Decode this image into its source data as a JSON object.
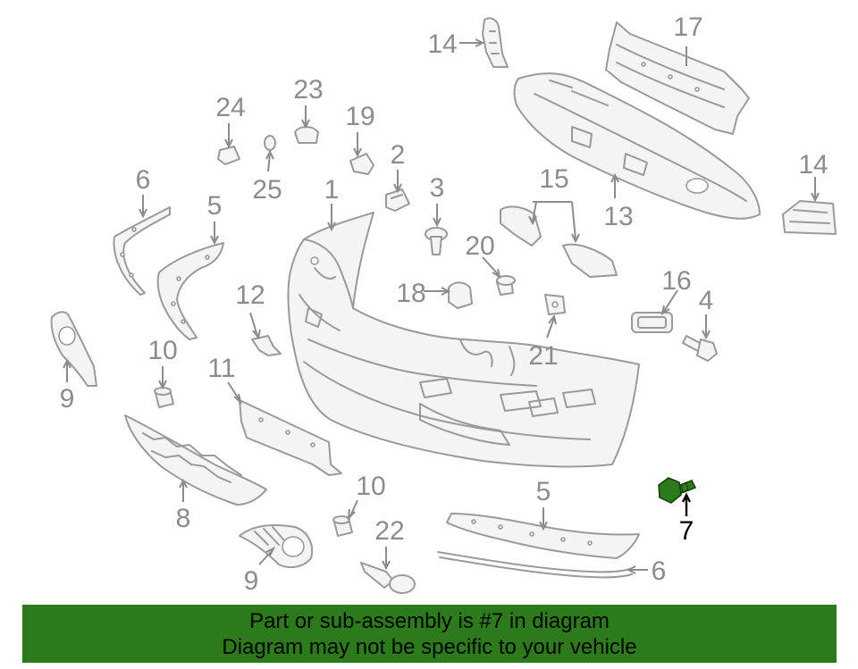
{
  "diagram": {
    "callouts": [
      {
        "id": "c1",
        "label": "1"
      },
      {
        "id": "c2",
        "label": "2"
      },
      {
        "id": "c3",
        "label": "3"
      },
      {
        "id": "c4",
        "label": "4"
      },
      {
        "id": "c5a",
        "label": "5"
      },
      {
        "id": "c5b",
        "label": "5"
      },
      {
        "id": "c6a",
        "label": "6"
      },
      {
        "id": "c6b",
        "label": "6"
      },
      {
        "id": "c7",
        "label": "7",
        "highlighted": true
      },
      {
        "id": "c8",
        "label": "8"
      },
      {
        "id": "c9a",
        "label": "9"
      },
      {
        "id": "c9b",
        "label": "9"
      },
      {
        "id": "c10a",
        "label": "10"
      },
      {
        "id": "c10b",
        "label": "10"
      },
      {
        "id": "c11",
        "label": "11"
      },
      {
        "id": "c12",
        "label": "12"
      },
      {
        "id": "c13",
        "label": "13"
      },
      {
        "id": "c14a",
        "label": "14"
      },
      {
        "id": "c14b",
        "label": "14"
      },
      {
        "id": "c15",
        "label": "15"
      },
      {
        "id": "c16",
        "label": "16"
      },
      {
        "id": "c17",
        "label": "17"
      },
      {
        "id": "c18",
        "label": "18"
      },
      {
        "id": "c19",
        "label": "19"
      },
      {
        "id": "c20",
        "label": "20"
      },
      {
        "id": "c21",
        "label": "21"
      },
      {
        "id": "c22",
        "label": "22"
      },
      {
        "id": "c23",
        "label": "23"
      },
      {
        "id": "c24",
        "label": "24"
      },
      {
        "id": "c25",
        "label": "25"
      }
    ],
    "colors": {
      "part_line": "#9a9a9a",
      "label": "#8c8c8c",
      "highlight_part": "#2d7a1a",
      "highlight_label": "#000000"
    }
  },
  "banner": {
    "line1": "Part or sub-assembly is #7 in diagram",
    "line2": "Diagram may not be specific to your vehicle",
    "background": "#2d7a1a"
  }
}
